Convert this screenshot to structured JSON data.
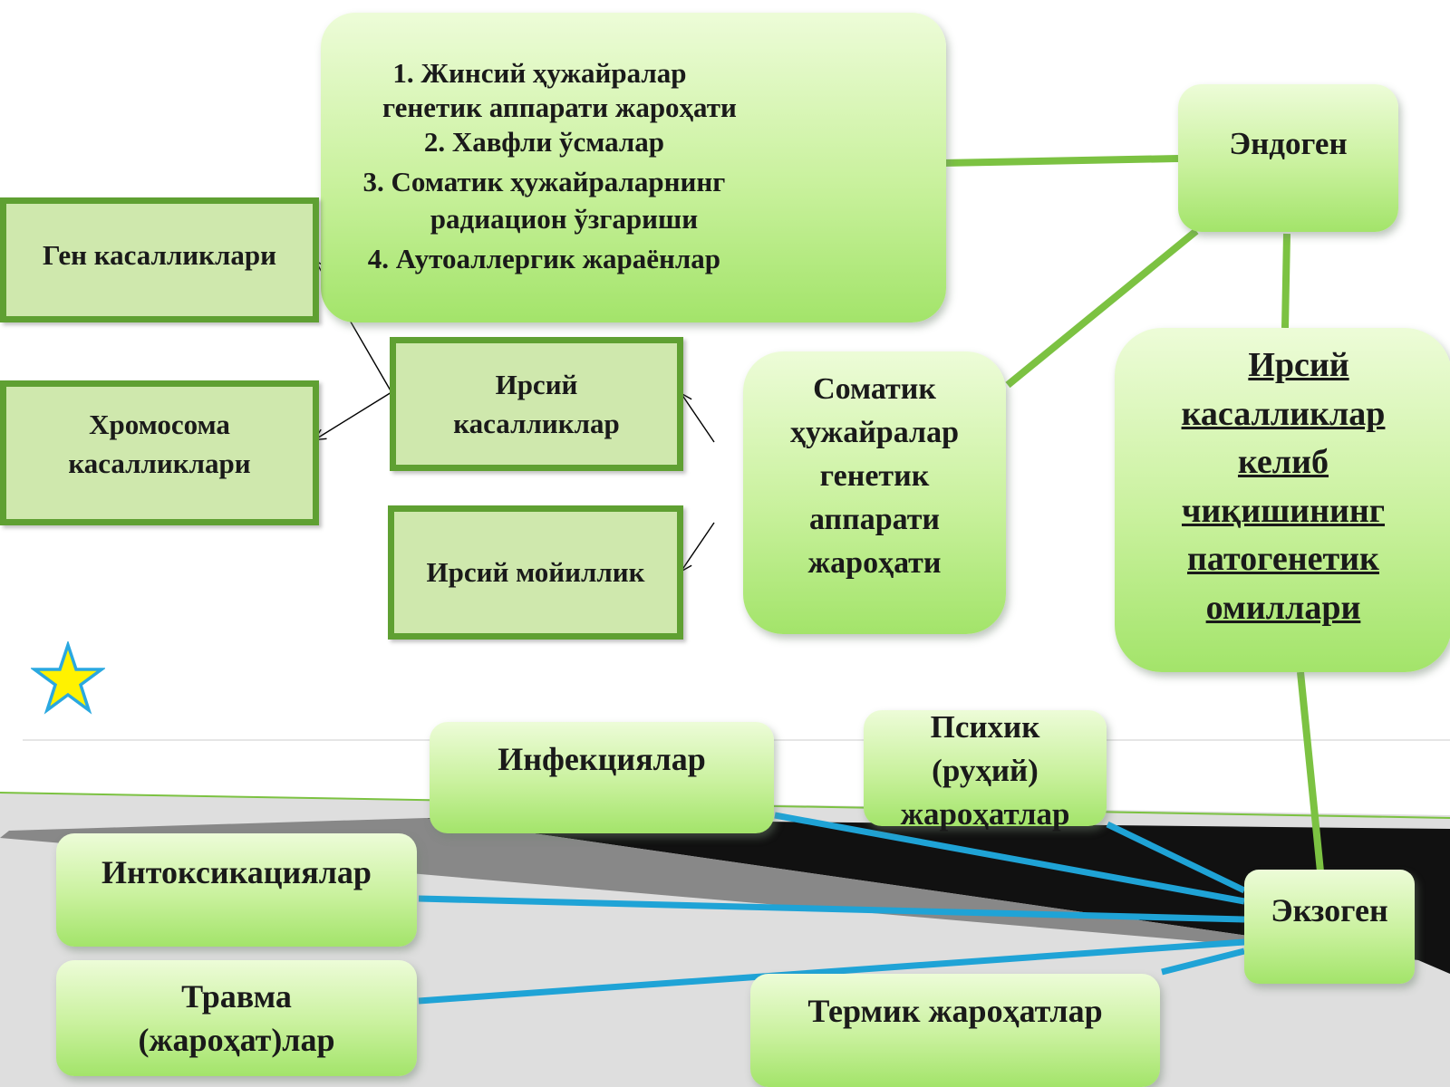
{
  "main_box": {
    "items": [
      "1. Жинсий ҳужайралар",
      "генетик аппарати жароҳати",
      "2. Хавфли ўсмалар",
      "3. Соматик ҳужайраларнинг",
      "радиацион ўзгариши",
      "4. Аутоаллергик жараёнлар"
    ]
  },
  "endogen": "Эндоген",
  "gene_diseases": "Ген касалликлари",
  "chromosome_diseases": [
    "Хромосома",
    "касалликлари"
  ],
  "hereditary_diseases": [
    "Ирсий",
    "касалликлар"
  ],
  "hereditary_predisposition": "Ирсий мойиллик",
  "somatic": [
    "Соматик",
    "ҳужайралар",
    "генетик",
    "аппарати",
    "жароҳати"
  ],
  "title": [
    "Ирсий",
    "касалликлар",
    "келиб",
    "чиқишининг",
    "патогенетик",
    "омиллари"
  ],
  "infections": "Инфекциялар",
  "psychic": [
    "Психик",
    "(руҳий)",
    "жароҳатлар"
  ],
  "intoxications": "Интоксикациялар",
  "exogen": "Экзоген",
  "trauma": [
    "Травма",
    "(жароҳат)лар"
  ],
  "thermal": "Термик жароҳатлар",
  "colors": {
    "green_line": "#7cc242",
    "blue_line": "#1fa3d6",
    "box_border": "#5fa032",
    "box_fill": "#cfe8ad",
    "star_fill": "#fff200",
    "star_stroke": "#2aa8e0"
  }
}
